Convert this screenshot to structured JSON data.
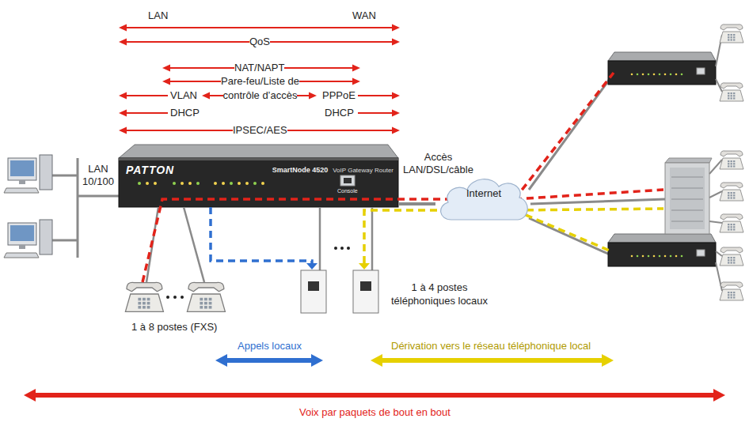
{
  "diagram": {
    "nodes": [
      {
        "text": [
          "PATTON",
          "SmartNode 4520",
          "VoIP Gateway Router"
        ]
      },
      {
        "text": [
          "Internet"
        ]
      }
    ],
    "edges": [
      {
        "from": 0,
        "to": 1,
        "arrow": "none",
        "label": "Accès LAN/DSL/câble"
      }
    ],
    "labels": [
      "LAN",
      "WAN",
      "QoS",
      "NAT/NAPT",
      "Pare-feu/Liste de contrôle d’accès",
      "VLAN",
      "PPPoE",
      "DHCP",
      "DHCP",
      "IPSEC/AES",
      "LAN 10/100",
      "Console",
      "1 à 8 postes (FXS)",
      "1 à 4 postes téléphoniques locaux",
      "Appels locaux",
      "Dérivation vers le réseau téléphonique local",
      "Voix par paquets de bout en bout"
    ]
  }
}
